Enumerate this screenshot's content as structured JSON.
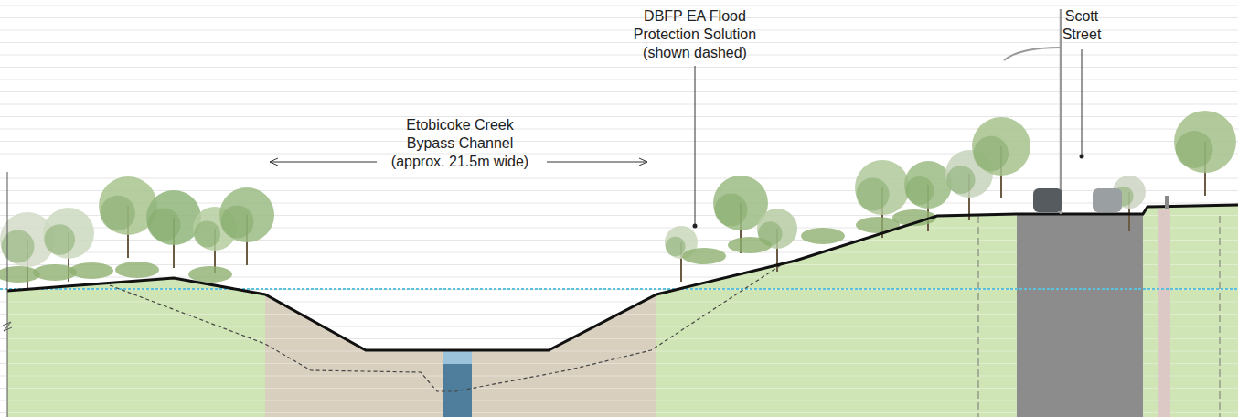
{
  "diagram": {
    "labels": [
      "Etobicoke Creek Bypass Channel (approx. 21.5m wide)",
      "DBFP EA Flood Protection Solution (shown dashed)",
      "Scott Street"
    ]
  }
}
